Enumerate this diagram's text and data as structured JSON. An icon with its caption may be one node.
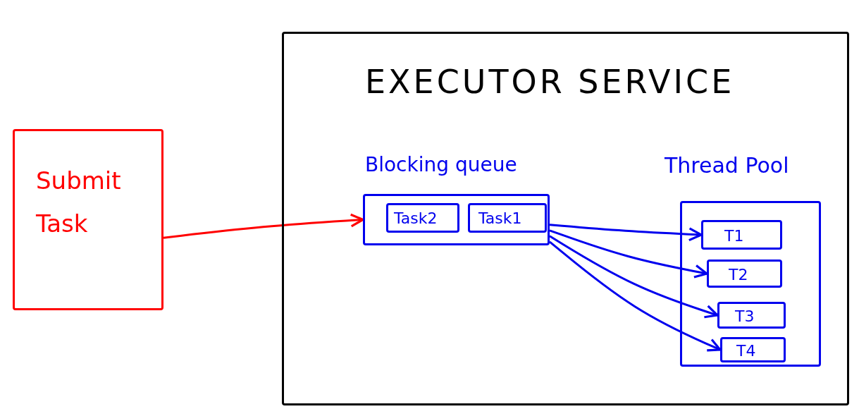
{
  "diagram": {
    "nodes": [
      {
        "text": [
          "Submit Task"
        ]
      },
      {
        "text": [
          "EXECUTOR SERVICE"
        ]
      },
      {
        "text": [
          "Blocking queue"
        ],
        "in": 1
      },
      {
        "text": [
          "Task2"
        ],
        "in": 2
      },
      {
        "text": [
          "Task1"
        ],
        "in": 2
      },
      {
        "text": [
          "Thread Pool"
        ],
        "in": 1
      },
      {
        "text": [
          "T1"
        ],
        "in": 5
      },
      {
        "text": [
          "T2"
        ],
        "in": 5
      },
      {
        "text": [
          "T3"
        ],
        "in": 5
      },
      {
        "text": [
          "T4"
        ],
        "in": 5
      }
    ],
    "edges": [
      {
        "from": 0,
        "to": 2,
        "arrow": "to",
        "color": "#ff0000"
      },
      {
        "from": 2,
        "to": 6,
        "arrow": "to"
      },
      {
        "from": 2,
        "to": 7,
        "arrow": "to"
      },
      {
        "from": 2,
        "to": 8,
        "arrow": "to"
      },
      {
        "from": 2,
        "to": 9,
        "arrow": "to"
      }
    ]
  }
}
